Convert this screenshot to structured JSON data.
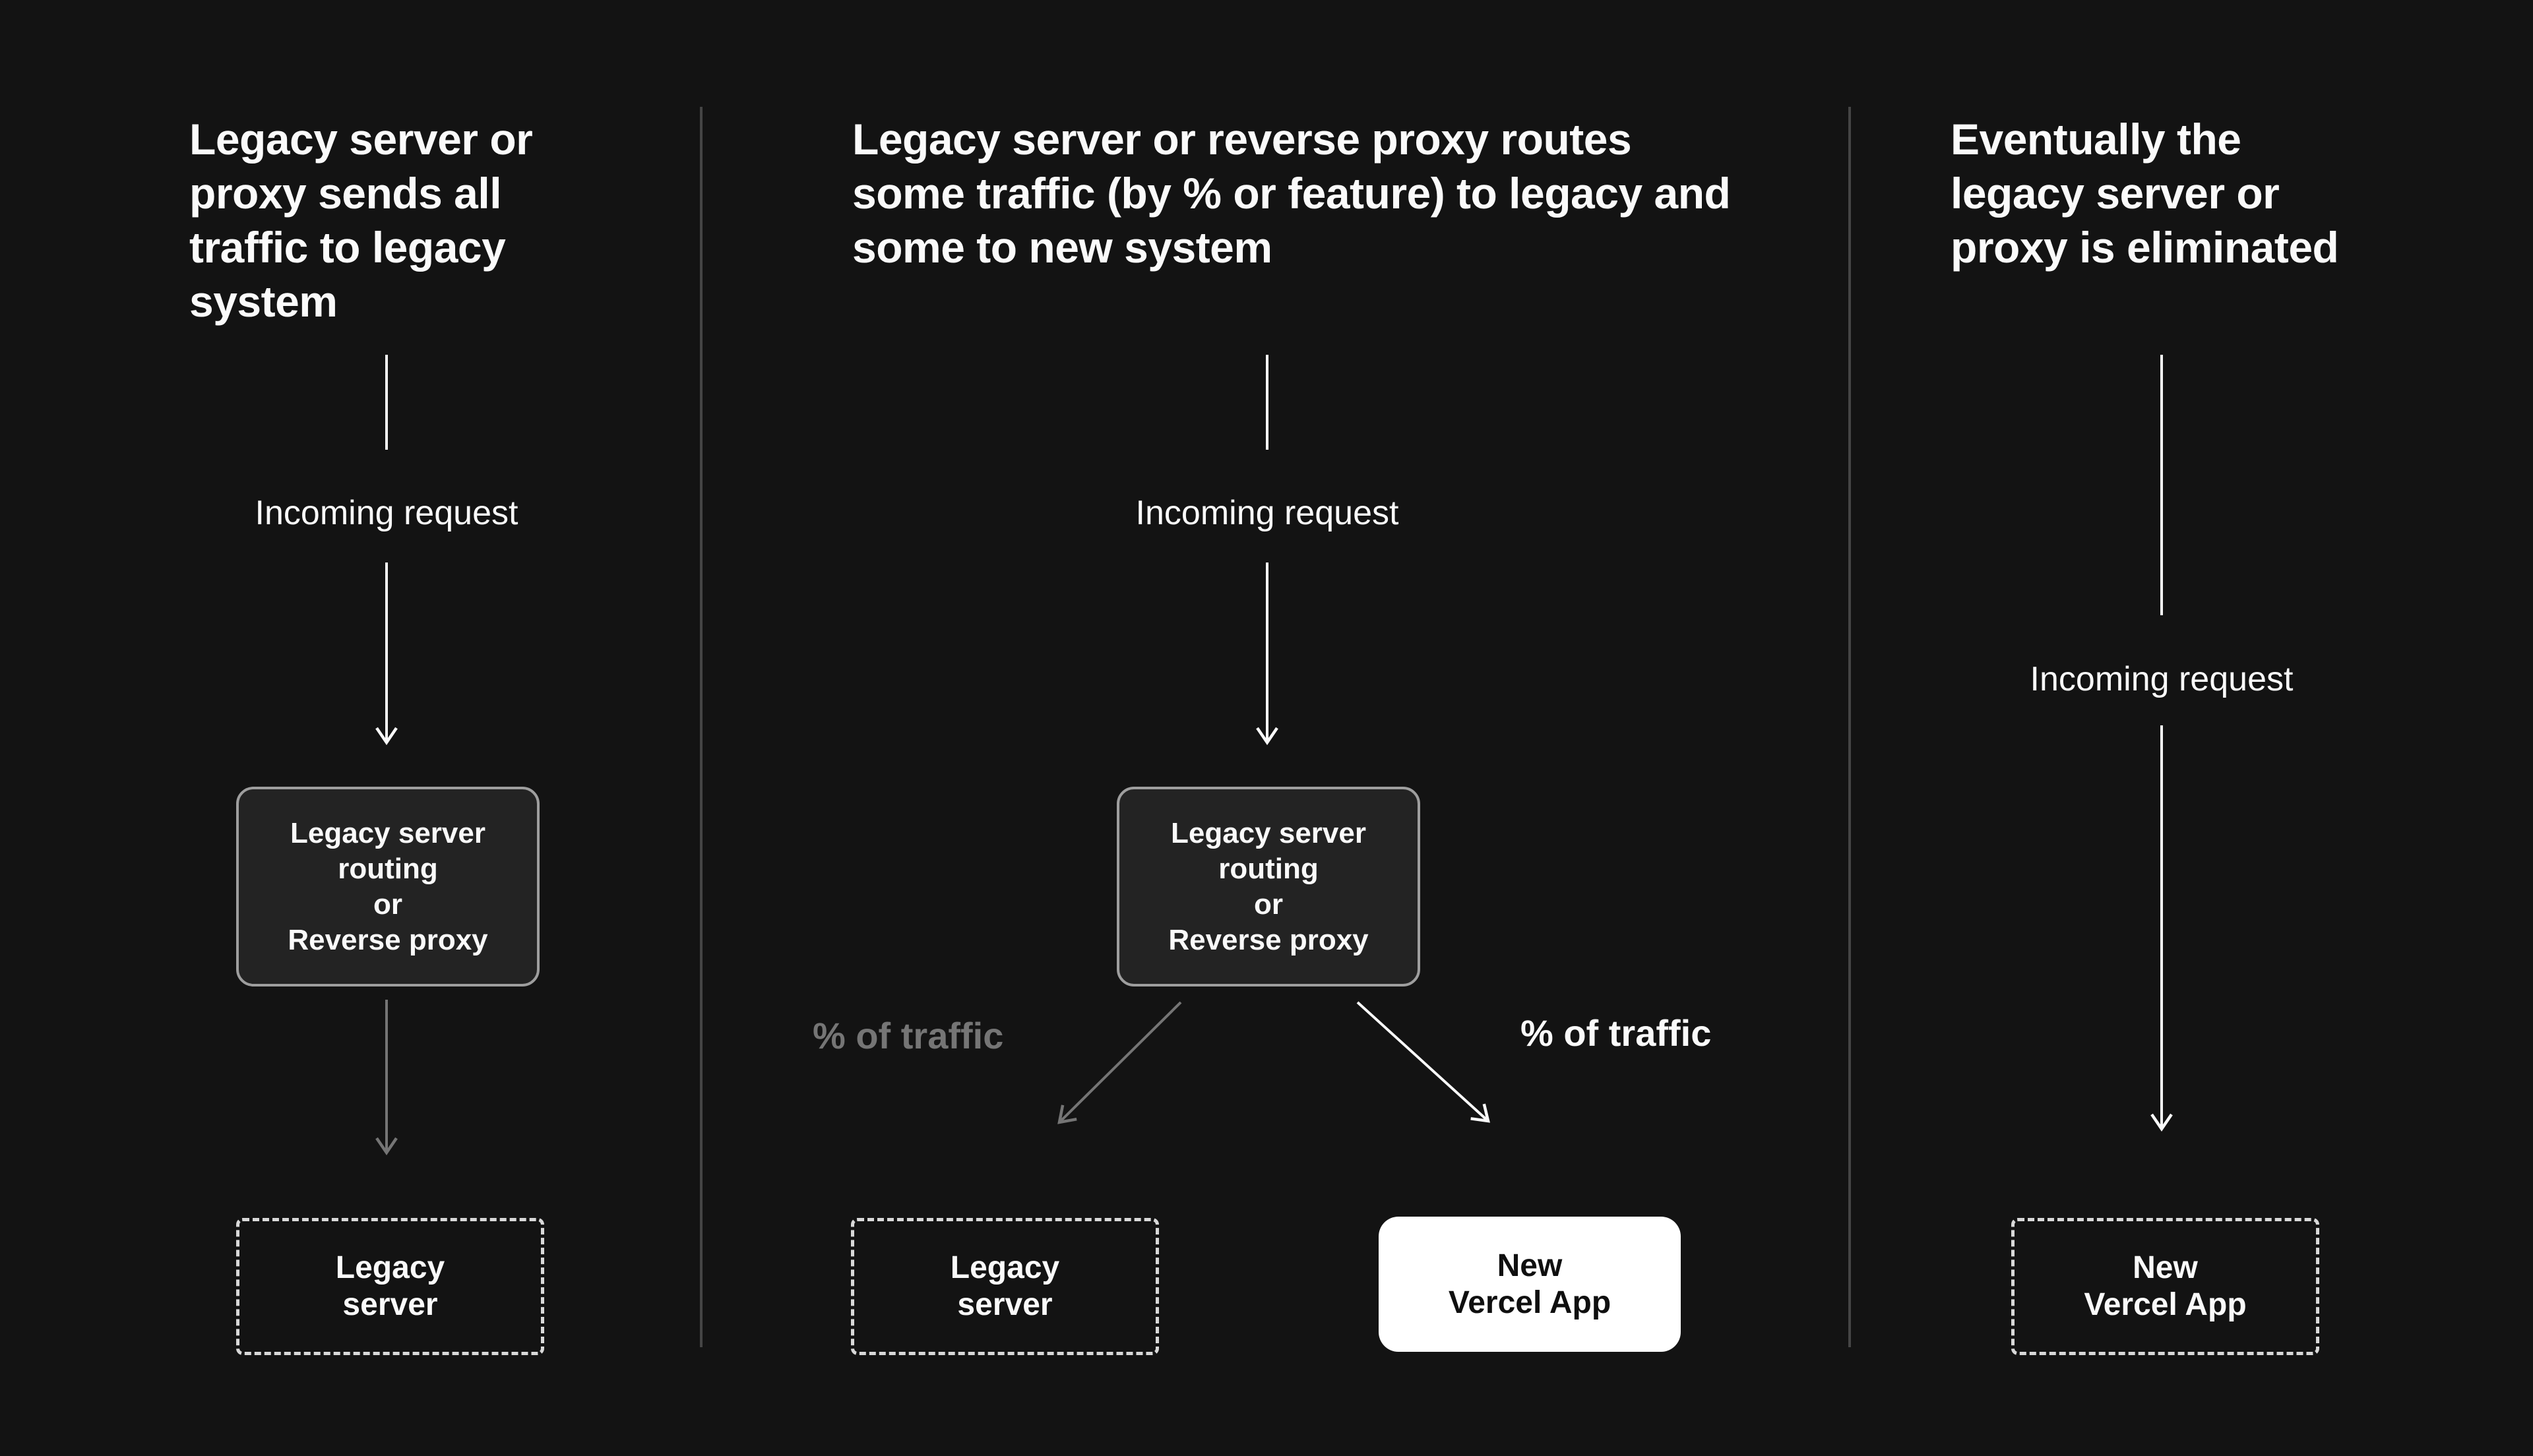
{
  "diagram": {
    "background": "#131313",
    "colors": {
      "text_primary": "#fafafa",
      "muted_gray": "#757575",
      "divider": "#454545",
      "routing_box_border": "#9e9e9e",
      "routing_box_fill": "#232323",
      "dashed_border": "#d9d9d9",
      "white_box_fill": "#ffffff",
      "white_box_text": "#0f0f0f"
    },
    "stages": [
      {
        "heading_lines": [
          "Legacy server or",
          "proxy sends all",
          "traffic to legacy",
          "system"
        ],
        "incoming_label": "Incoming request",
        "routing_box_lines": [
          "Legacy server",
          "routing",
          "or",
          "Reverse proxy"
        ],
        "legacy_box_lines": [
          "Legacy",
          "server"
        ]
      },
      {
        "heading_lines": [
          "Legacy server or reverse proxy routes",
          "some traffic (by % or feature) to legacy and",
          "some to new system"
        ],
        "incoming_label": "Incoming request",
        "routing_box_lines": [
          "Legacy server",
          "routing",
          "or",
          "Reverse proxy"
        ],
        "traffic_left_label": "% of traffic",
        "traffic_right_label": "% of traffic",
        "legacy_box_lines": [
          "Legacy",
          "server"
        ],
        "vercel_box_lines": [
          "New",
          "Vercel App"
        ]
      },
      {
        "heading_lines": [
          "Eventually the",
          "legacy server or",
          "proxy is eliminated"
        ],
        "incoming_label": "Incoming request",
        "vercel_box_lines": [
          "New",
          "Vercel App"
        ]
      }
    ]
  }
}
